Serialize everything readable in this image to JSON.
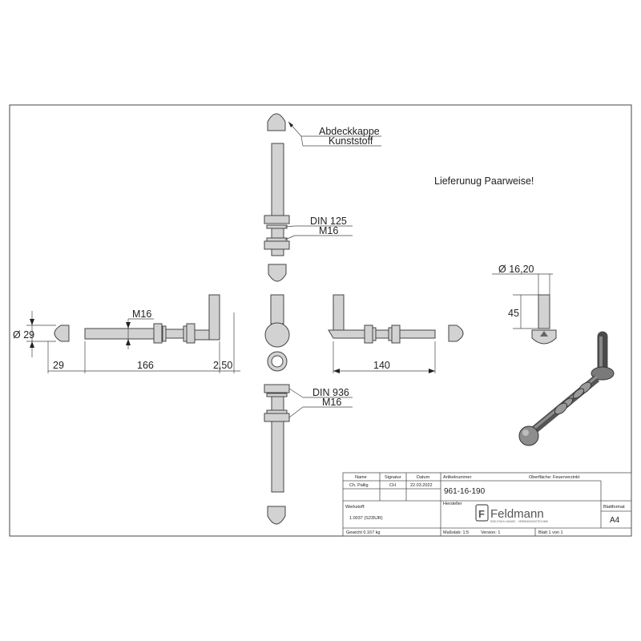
{
  "notes": {
    "delivery": "Lieferunug Paarweise!",
    "cap_line1": "Abdeckkappe",
    "cap_line2": "Kunststoff",
    "din125_line1": "DIN 125",
    "din125_line2": "M16",
    "din936_line1": "DIN 936",
    "din936_line2": "M16"
  },
  "dimensions": {
    "diameter_29": "Ø 29",
    "thread_m16": "M16",
    "length_29": "29",
    "length_166": "166",
    "length_250": "2,50",
    "length_140": "140",
    "diameter_1620": "Ø 16,20",
    "height_45": "45"
  },
  "title_block": {
    "header_name": "Name",
    "header_signatur": "Signatur",
    "header_datum": "Datum",
    "name_value": "Ch. Pallig",
    "signatur_value": "CH",
    "datum_value": "22.03.2022",
    "artikel_label": "Artikelnummer",
    "artikel_value": "961-16-190",
    "oberflaeche": "Oberfläche: Feuerverzinkt",
    "hersteller_label": "Hersteller",
    "werkstoff_label": "Werkstoff:",
    "werkstoff_value": "1.0037 (S235JR)",
    "gewicht": "Gewicht 0.167 kg",
    "massstab": "Maßstab: 1:5",
    "version": "Version: 1",
    "blatt": "Blatt 1 von 1",
    "blattformat_label": "Blattformat",
    "blattformat_value": "A4",
    "logo_text": "Feldmann",
    "logo_letter": "F",
    "logo_tagline": "EDELSTAHL HANDEL · VERBINDUNGSTECHNIK"
  }
}
